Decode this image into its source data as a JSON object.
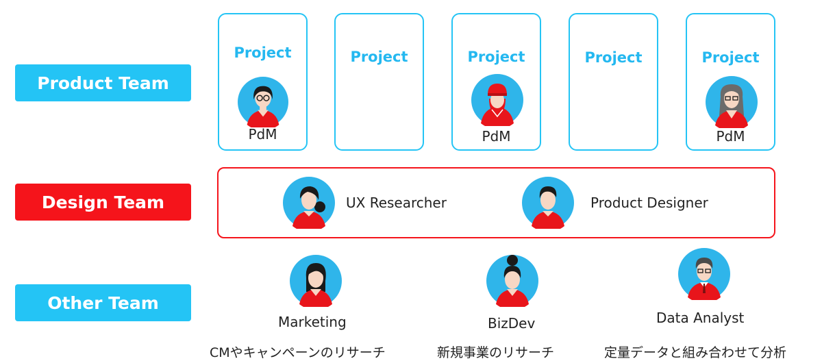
{
  "teams": {
    "product": "Product Team",
    "design": "Design Team",
    "other": "Other Team"
  },
  "projects": [
    {
      "title": "Project",
      "role": "PdM"
    },
    {
      "title": "Project",
      "role": ""
    },
    {
      "title": "Project",
      "role": "PdM"
    },
    {
      "title": "Project",
      "role": ""
    },
    {
      "title": "Project",
      "role": "PdM"
    }
  ],
  "design_members": [
    {
      "role": "UX Researcher"
    },
    {
      "role": "Product Designer"
    }
  ],
  "other_members": [
    {
      "role": "Marketing",
      "description": "CMやキャンペーンのリサーチ"
    },
    {
      "role": "BizDev",
      "description": "新規事業のリサーチ"
    },
    {
      "role": "Data Analyst",
      "description": "定量データと組み合わせて分析"
    }
  ],
  "colors": {
    "product": "#24c4f5",
    "design": "#f5141b",
    "avatar_bg": "#2fb5ea",
    "shirt": "#e8151b"
  }
}
